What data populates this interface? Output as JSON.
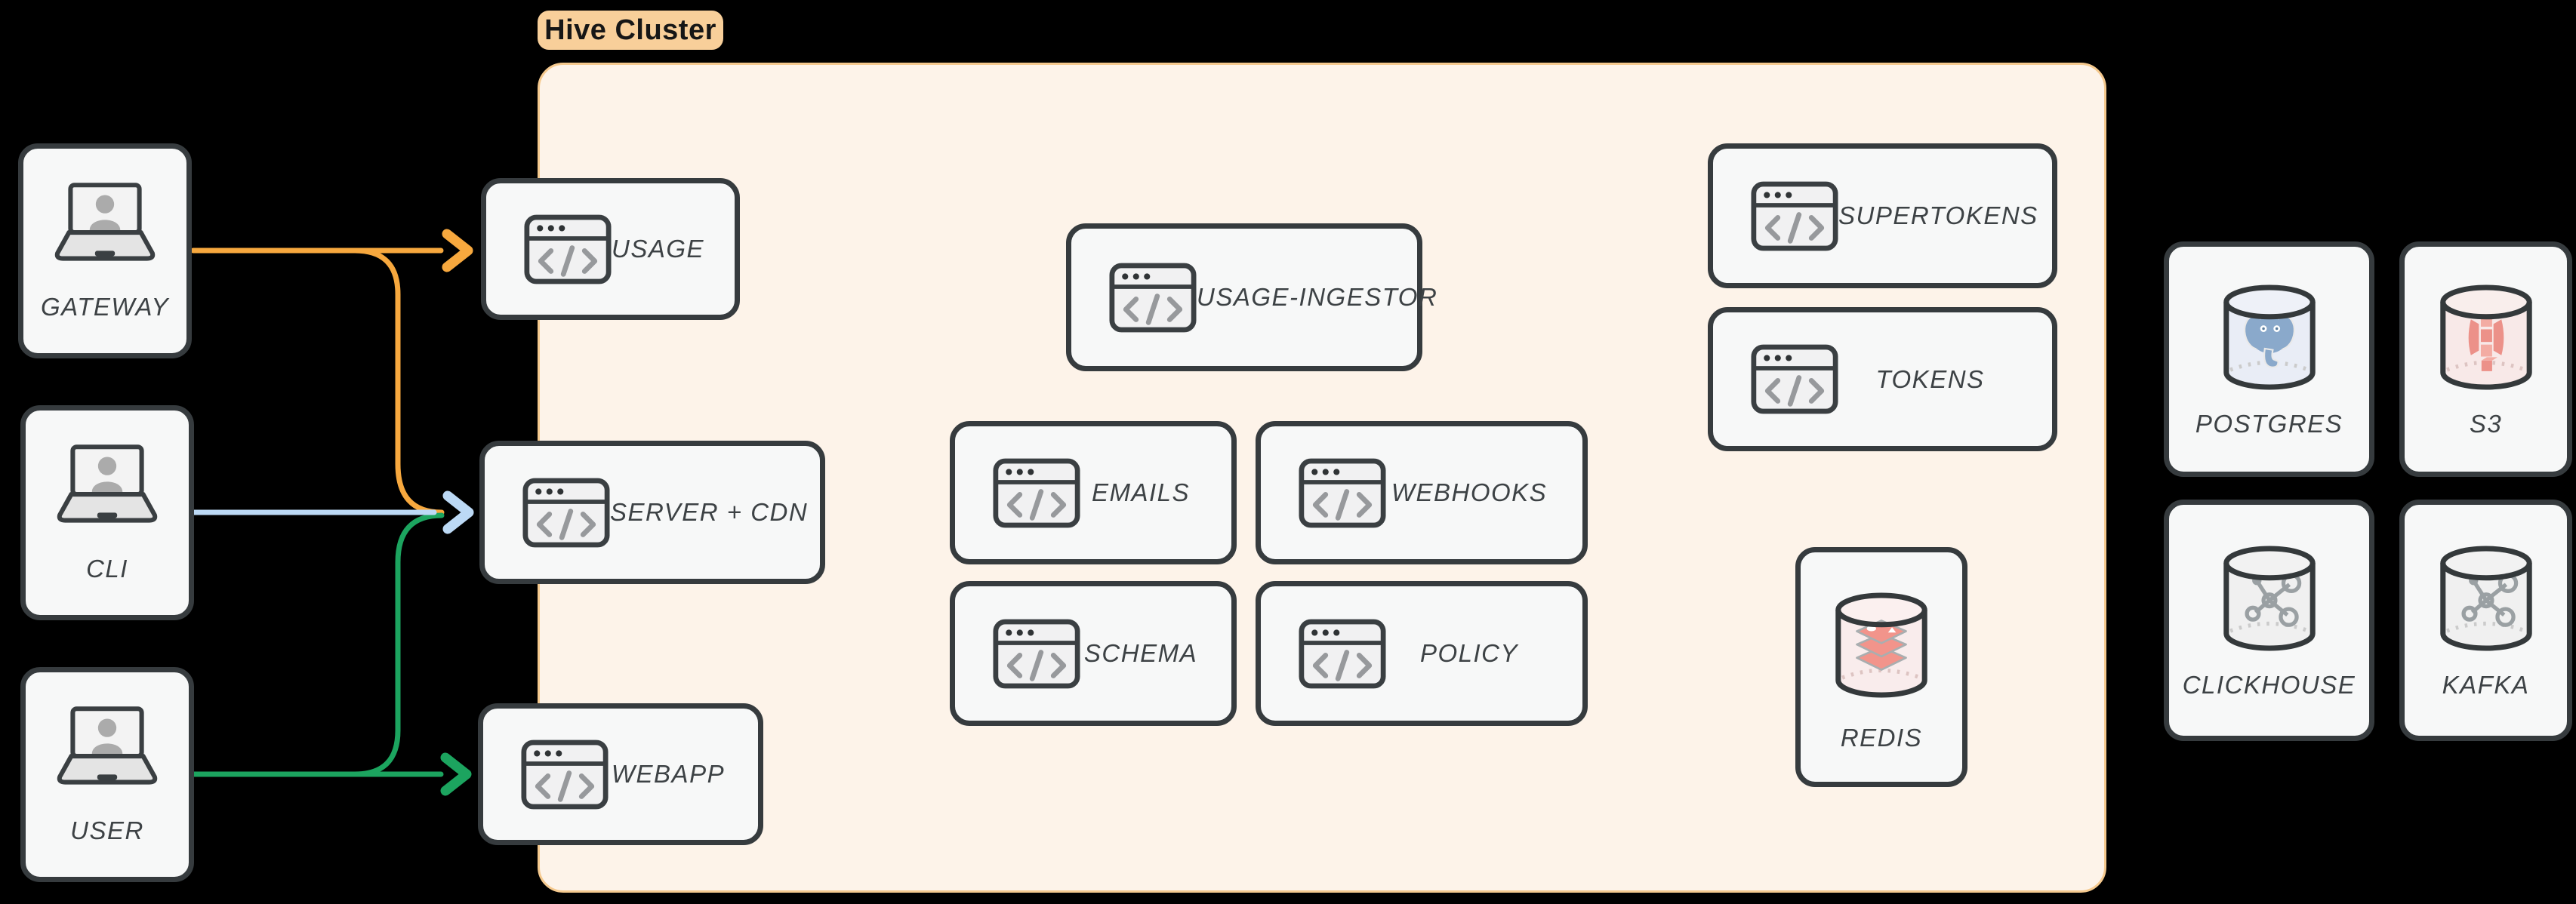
{
  "title_badge": {
    "label": "Hive Cluster"
  },
  "clients": [
    {
      "id": "gateway",
      "label": "GATEWAY"
    },
    {
      "id": "cli",
      "label": "CLI"
    },
    {
      "id": "user",
      "label": "USER"
    }
  ],
  "services": [
    {
      "id": "usage",
      "label": "USAGE"
    },
    {
      "id": "server-cdn",
      "label": "SERVER + CDN"
    },
    {
      "id": "webapp",
      "label": "WEBAPP"
    },
    {
      "id": "usage-ingestor",
      "label": "USAGE-INGESTOR"
    },
    {
      "id": "emails",
      "label": "EMAILS"
    },
    {
      "id": "webhooks",
      "label": "WEBHOOKS"
    },
    {
      "id": "schema",
      "label": "SCHEMA"
    },
    {
      "id": "policy",
      "label": "POLICY"
    },
    {
      "id": "supertokens",
      "label": "SUPERTOKENS"
    },
    {
      "id": "tokens",
      "label": "TOKENS"
    }
  ],
  "cluster_databases": [
    {
      "id": "redis",
      "label": "REDIS"
    }
  ],
  "external_databases": [
    {
      "id": "postgres",
      "label": "POSTGRES"
    },
    {
      "id": "s3",
      "label": "S3"
    },
    {
      "id": "clickhouse",
      "label": "CLICKHOUSE"
    },
    {
      "id": "kafka",
      "label": "KAFKA"
    }
  ],
  "edges": [
    {
      "from": "GATEWAY",
      "to": "USAGE",
      "color": "#F7A83E",
      "arrowhead": true
    },
    {
      "from": "GATEWAY",
      "to": "SERVER + CDN",
      "color": "#F7A83E",
      "arrowhead": false
    },
    {
      "from": "CLI",
      "to": "SERVER + CDN",
      "color": "#BCD9F5",
      "arrowhead": true
    },
    {
      "from": "USER",
      "to": "SERVER + CDN",
      "color": "#1CA45F",
      "arrowhead": false
    },
    {
      "from": "USER",
      "to": "WEBAPP",
      "color": "#1CA45F",
      "arrowhead": true
    }
  ],
  "colors": {
    "background": "#000000",
    "node_bg": "#F7F8F8",
    "node_border": "#363B3E",
    "cluster_bg": "#FDF3E9",
    "cluster_border": "#F5C98E",
    "badge_bg": "#F8CF9A",
    "label_text": "#3D4245",
    "edge_orange": "#F7A83E",
    "edge_blue": "#BCD9F5",
    "edge_green": "#1CA45F"
  }
}
